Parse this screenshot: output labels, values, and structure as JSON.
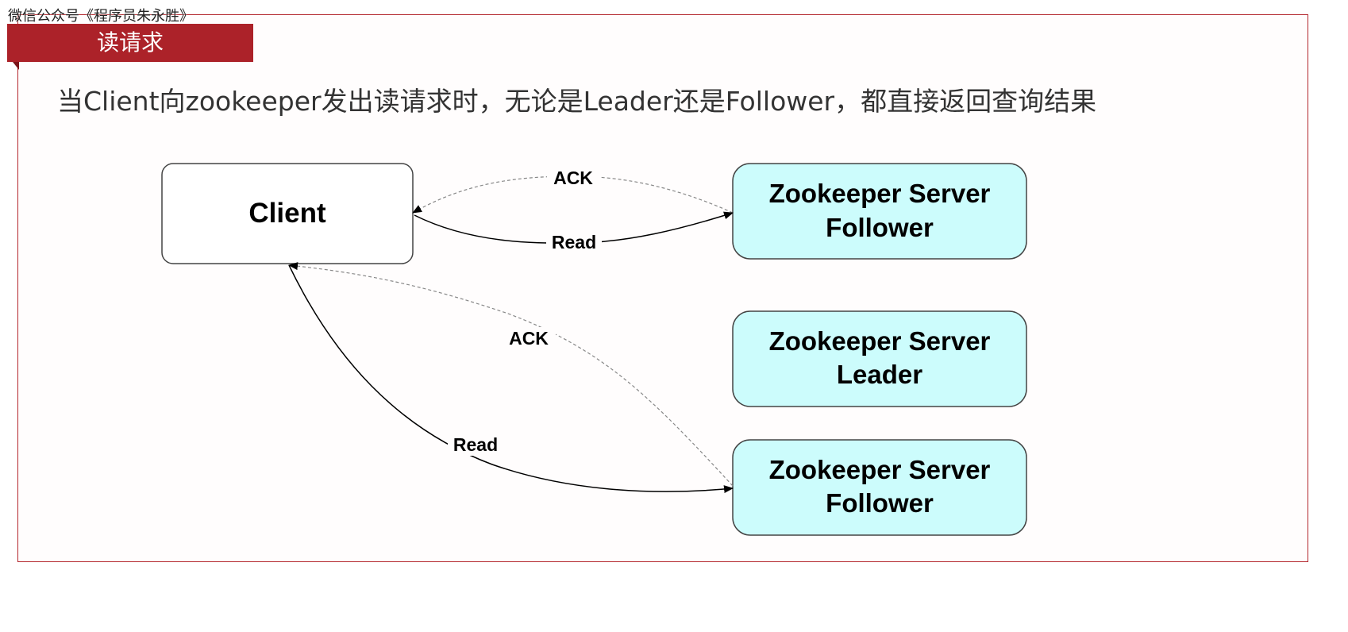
{
  "watermark": "微信公众号《程序员朱永胜》",
  "section_tab": "读请求",
  "heading": "当Client向zookeeper发出读请求时，无论是Leader还是Follower，都直接返回查询结果",
  "diagram": {
    "client": "Client",
    "server_top": {
      "line1": "Zookeeper Server",
      "line2": "Follower"
    },
    "server_mid": {
      "line1": "Zookeeper Server",
      "line2": "Leader"
    },
    "server_bot": {
      "line1": "Zookeeper Server",
      "line2": "Follower"
    },
    "edges": {
      "ack_top": "ACK",
      "read_top": "Read",
      "ack_bottom": "ACK",
      "read_bottom": "Read"
    }
  },
  "colors": {
    "accent": "#ac2229",
    "server_fill": "#ccfcfc",
    "client_fill": "#ffffff"
  }
}
